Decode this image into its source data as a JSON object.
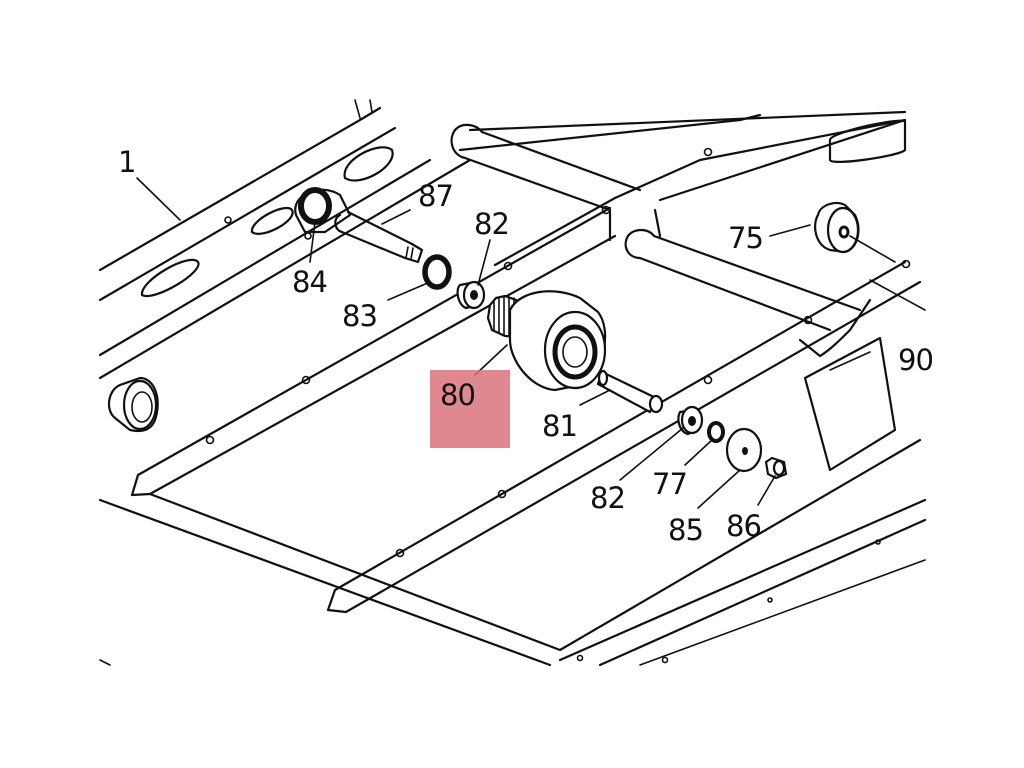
{
  "diagram": {
    "highlight_color": "#d9737b",
    "highlighted_part": "80",
    "callouts": {
      "c1": "1",
      "c87": "87",
      "c82_top": "82",
      "c84": "84",
      "c83": "83",
      "c80": "80",
      "c81": "81",
      "c75": "75",
      "c90": "90",
      "c82_bottom": "82",
      "c77": "77",
      "c85": "85",
      "c86": "86"
    }
  }
}
